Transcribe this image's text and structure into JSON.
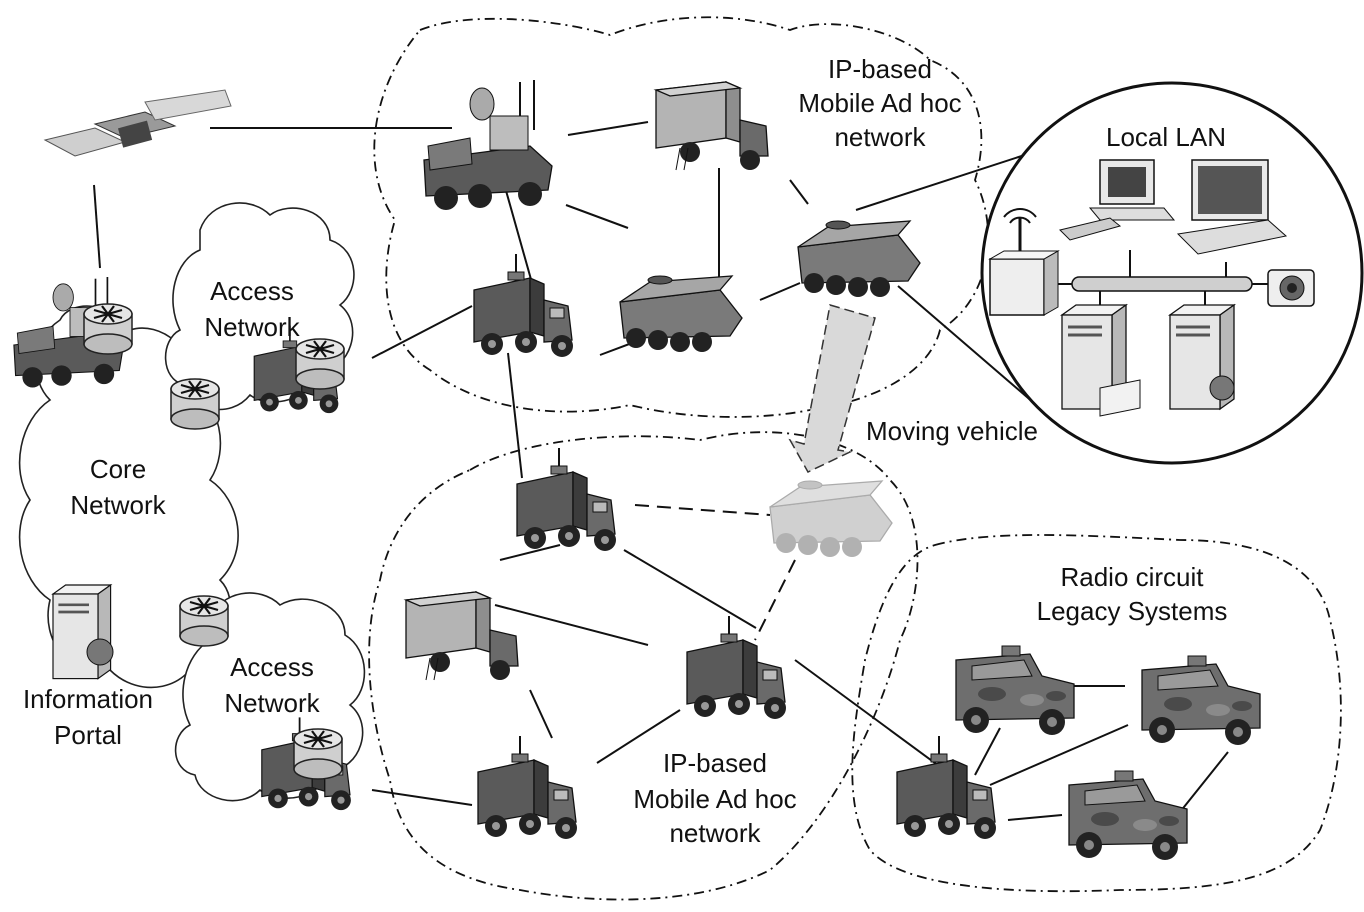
{
  "labels": {
    "mobile_adhoc_top": [
      "IP-based",
      "Mobile Ad hoc",
      "network"
    ],
    "local_lan": "Local LAN",
    "access_network_top": [
      "Access",
      "Network"
    ],
    "core_network": [
      "Core",
      "Network"
    ],
    "moving_vehicle": "Moving vehicle",
    "radio_circuit": [
      "Radio circuit",
      "Legacy Systems"
    ],
    "access_network_bottom": [
      "Access",
      "Network"
    ],
    "information_portal": [
      "Information",
      "Portal"
    ],
    "mobile_adhoc_bottom": [
      "IP-based",
      "Mobile Ad hoc",
      "network"
    ]
  }
}
